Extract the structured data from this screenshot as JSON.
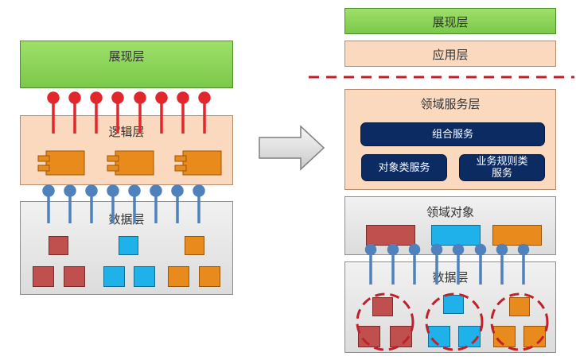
{
  "left": {
    "presentation_label": "展现层",
    "logic_label": "逻辑层",
    "data_label": "数据层"
  },
  "right": {
    "presentation_label": "展现层",
    "application_label": "应用层",
    "domain_service_label": "领域服务层",
    "composite_service_label": "组合服务",
    "object_service_label": "对象类服务",
    "business_rule_service_label": "业务规则类服务",
    "domain_object_label": "领域对象",
    "data_label": "数据层"
  },
  "colors": {
    "green": "#7bc94a",
    "peach": "#fbd9bf",
    "navy": "#0c2b63",
    "red_arrow": "#e1262c",
    "blue_arrow": "#4f81bd",
    "red_block": "#c0504d",
    "blue_block": "#1fb1ea",
    "orange_block": "#e98a1c",
    "dashed_red": "#c0202a"
  }
}
